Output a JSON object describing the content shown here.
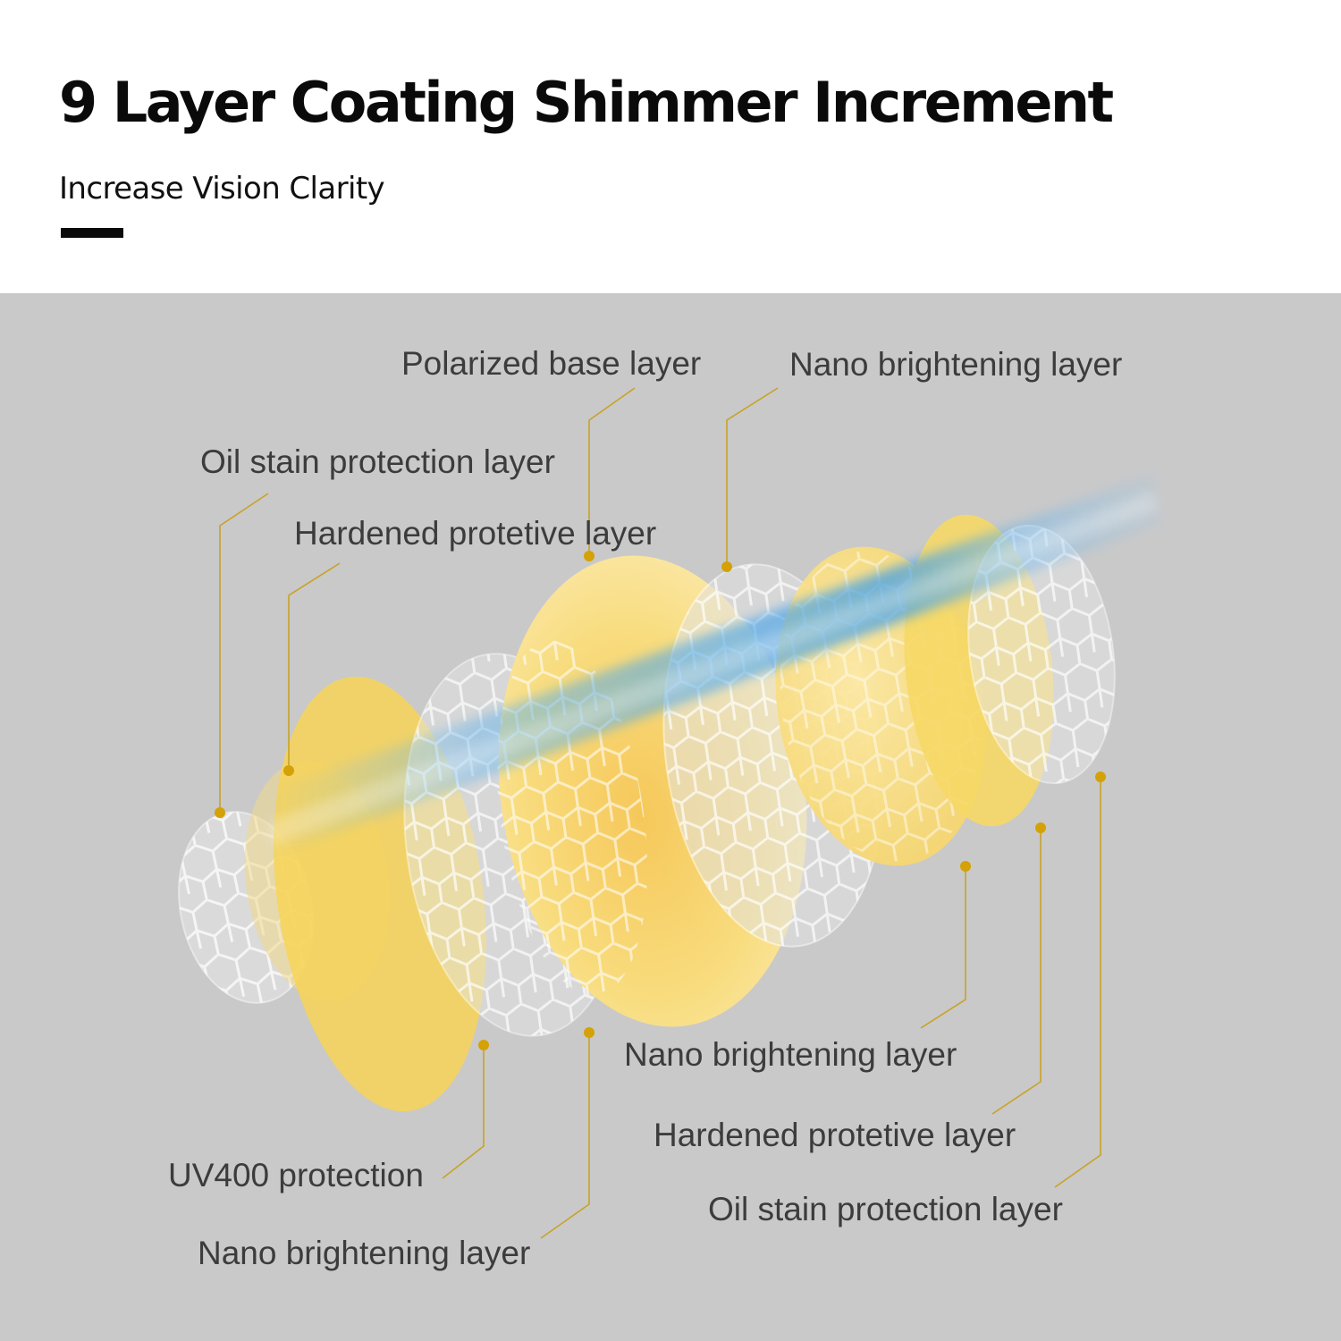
{
  "header": {
    "title": "9 Layer Coating Shimmer Increment",
    "subtitle": "Increase Vision Clarity"
  },
  "colors": {
    "panel_bg": "#c9c9c9",
    "leader_line": "#c8a227",
    "lens_yellow": "#f5d96b",
    "light_beam": "#5aaee8",
    "label_text": "#3c3c3c"
  },
  "diagram": {
    "labels": {
      "polarized_base": "Polarized base layer",
      "nano_top": "Nano brightening layer",
      "oil_stain_left": "Oil stain protection layer",
      "hardened_left": "Hardened protetive layer",
      "uv400": "UV400 protection",
      "nano_bottom_left": "Nano brightening layer",
      "nano_bottom_right": "Nano brightening layer",
      "hardened_right": "Hardened protetive layer",
      "oil_stain_right": "Oil stain protection layer"
    }
  }
}
